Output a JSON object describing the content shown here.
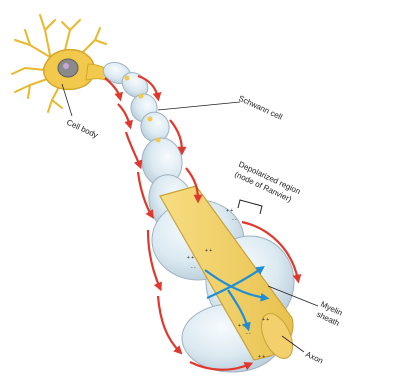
{
  "labels": {
    "cell_body": "Cell body",
    "schwann_cell": "Schwann cell",
    "depolarized_line1": "Depolarized region",
    "depolarized_line2": "(node of Ranvier)",
    "myelin_line1": "Myelin",
    "myelin_line2": "sheath",
    "axon": "Axon"
  },
  "colors": {
    "axon_fill": "#f4d36a",
    "axon_stroke": "#c9a23a",
    "myelin_fill": "#dce9f0",
    "myelin_stroke": "#9fb3c0",
    "current_arrow": "#e0382e",
    "flow_arrow": "#1e8fd6",
    "soma_fill": "#f2c94c",
    "nucleus_fill": "#7f7f7f"
  }
}
